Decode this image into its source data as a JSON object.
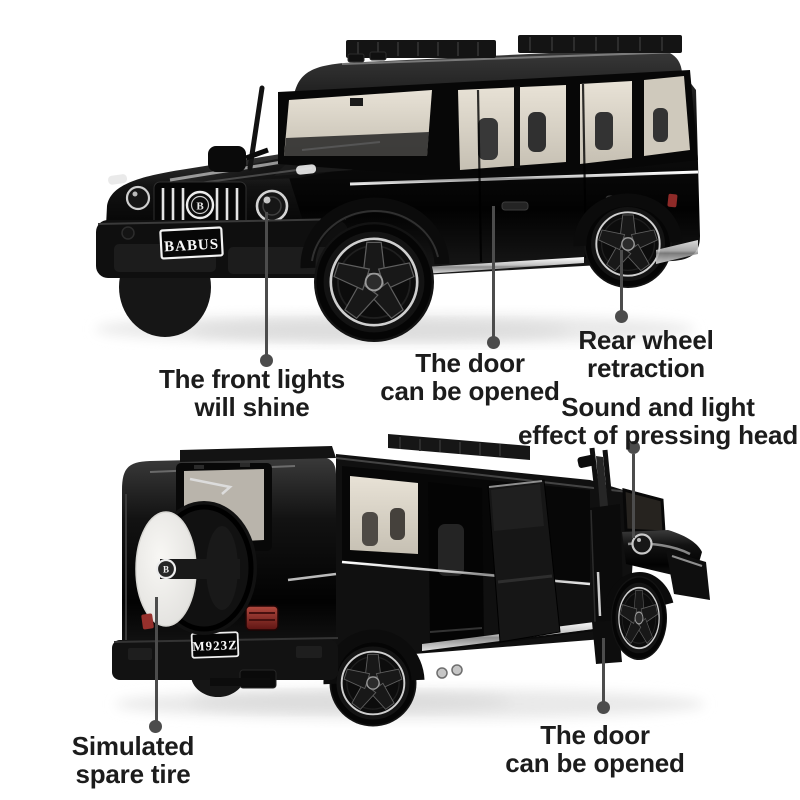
{
  "meta": {
    "description": "Product feature image of a black die-cast model SUV toy shown from front and rear angles with feature callouts"
  },
  "colors": {
    "background": "#ffffff",
    "label_text": "#1c1c1c",
    "leader_gray": "#4c4c4c",
    "car_black": "#0d0d0d",
    "chrome": "#d9d9d9",
    "window_glass": "#d6d0c4",
    "tail_light_red": "#9c3530",
    "spare_cover_white": "#f1f0ed"
  },
  "car": {
    "front_plate": "BABUS",
    "rear_plate": "M923Z",
    "grille_badge": "B",
    "spare_badge": "B"
  },
  "callouts": {
    "front_lights": {
      "line1": "The front lights",
      "line2": "will shine"
    },
    "door_top": {
      "line1": "The door",
      "line2": "can be opened"
    },
    "rear_wheel": {
      "line1": "Rear wheel",
      "line2": "retraction"
    },
    "sound_light": {
      "line1": "Sound and light",
      "line2": "effect of pressing head"
    },
    "spare_tire": {
      "line1": "Simulated",
      "line2": "spare tire"
    },
    "door_bottom": {
      "line1": "The door",
      "line2": "can be opened"
    }
  }
}
